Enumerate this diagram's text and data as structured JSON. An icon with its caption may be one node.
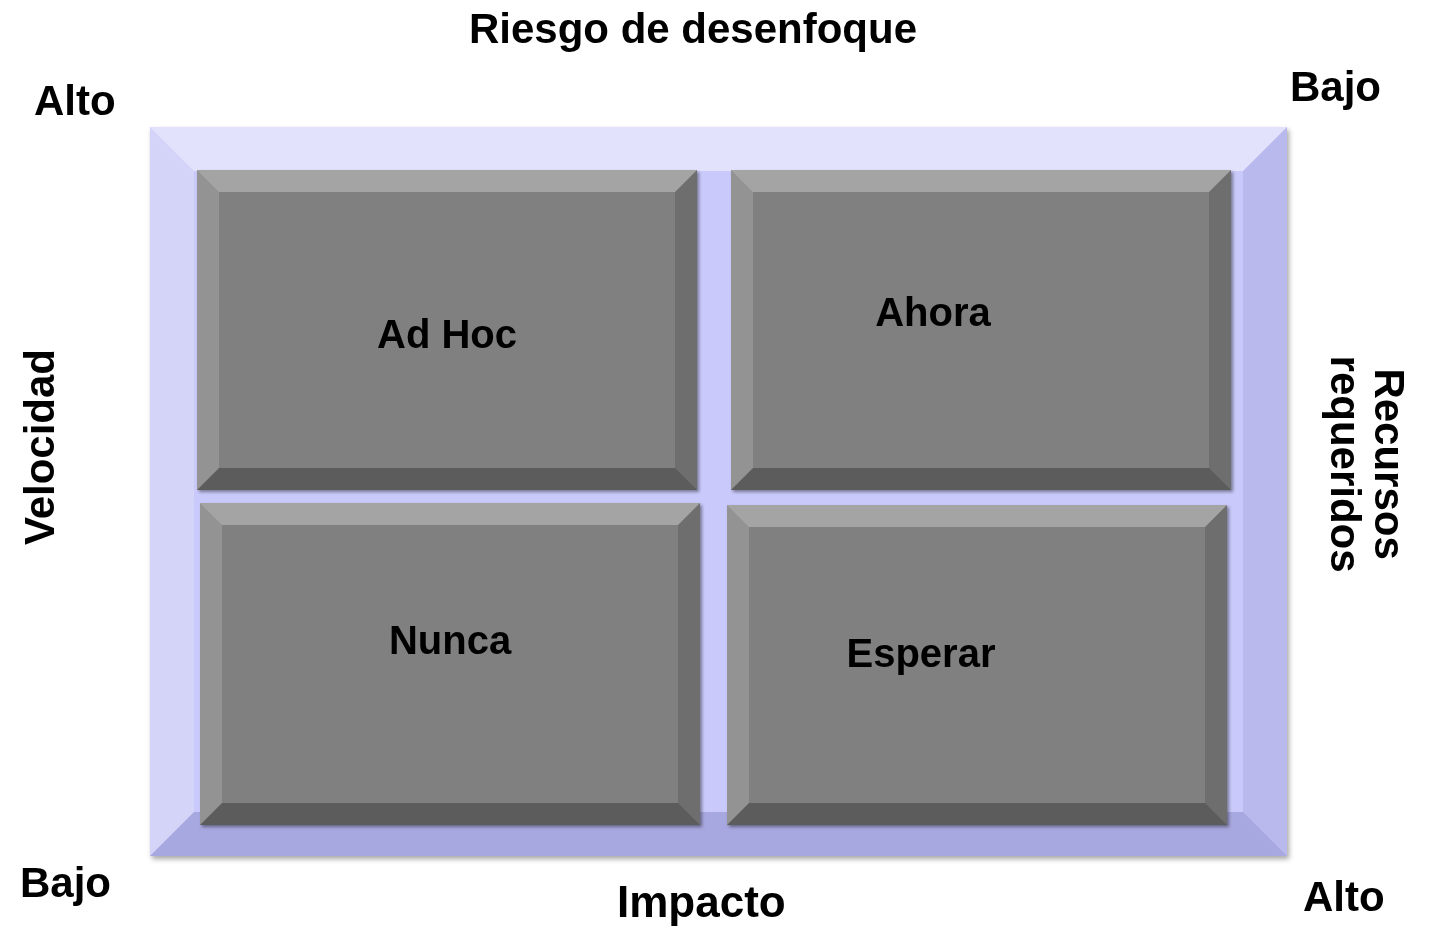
{
  "diagram": {
    "title": "Riesgo de desenfoque",
    "nodes": [
      {
        "text": [],
        "shape": "box"
      },
      {
        "text": [
          "Ad Hoc"
        ],
        "in": 0
      },
      {
        "text": [
          "Ahora"
        ],
        "in": 0
      },
      {
        "text": [
          "Nunca"
        ],
        "in": 0
      },
      {
        "text": [
          "Esperar"
        ],
        "in": 0
      }
    ],
    "labels": [
      "Alto",
      "Bajo",
      "Velocidad",
      "Recursos requeridos",
      "Bajo",
      "Impacto",
      "Alto"
    ]
  }
}
